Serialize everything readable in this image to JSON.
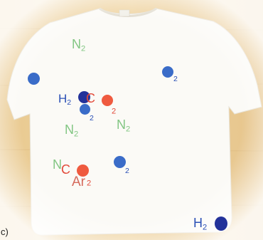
{
  "photo": {
    "colors": {
      "background_wood": "#e9cf9c",
      "shirt": "#fbfaf6",
      "green_print": "#82c683",
      "blue_print": "#2b50b6",
      "red_print": "#e24a3a"
    }
  },
  "labels": {
    "n2_top": "N",
    "n2_mid_left": "N",
    "n2_mid_right": "N",
    "n2_bottom_left": "N",
    "h2o_left_h": "H",
    "h2o_left_o": "",
    "co2_c": "C",
    "o2_top_right": "",
    "o2_bottom": "",
    "ar": "Ar",
    "h2o_corner_h": "H",
    "subscript_2": "2"
  },
  "corner_caption": "c)"
}
